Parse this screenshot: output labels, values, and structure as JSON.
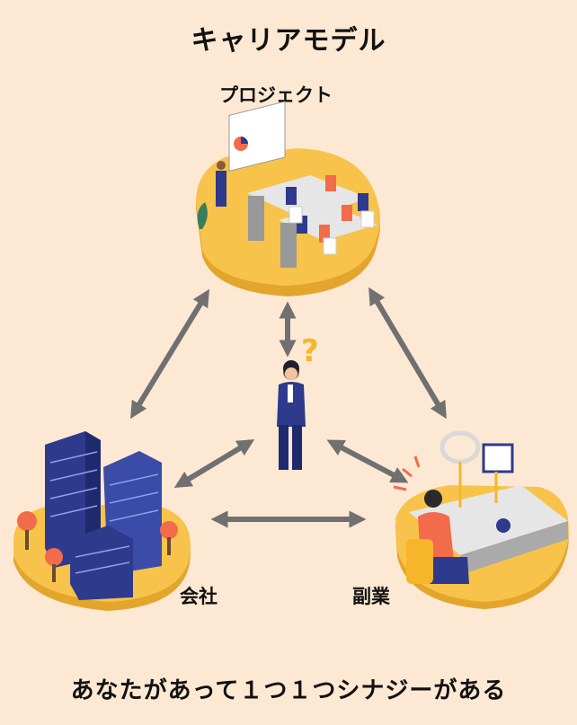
{
  "title": "キャリアモデル",
  "nodes": {
    "project": "プロジェクト",
    "company": "会社",
    "side_job": "副業"
  },
  "center_symbol": "?",
  "caption": "あなたがあって１つ１つシナジーがある",
  "colors": {
    "background": "#FDE9D3",
    "platform": "#F7C34A",
    "arrow": "#707070",
    "building": "#2E3A8C",
    "accent": "#F26B4A"
  }
}
